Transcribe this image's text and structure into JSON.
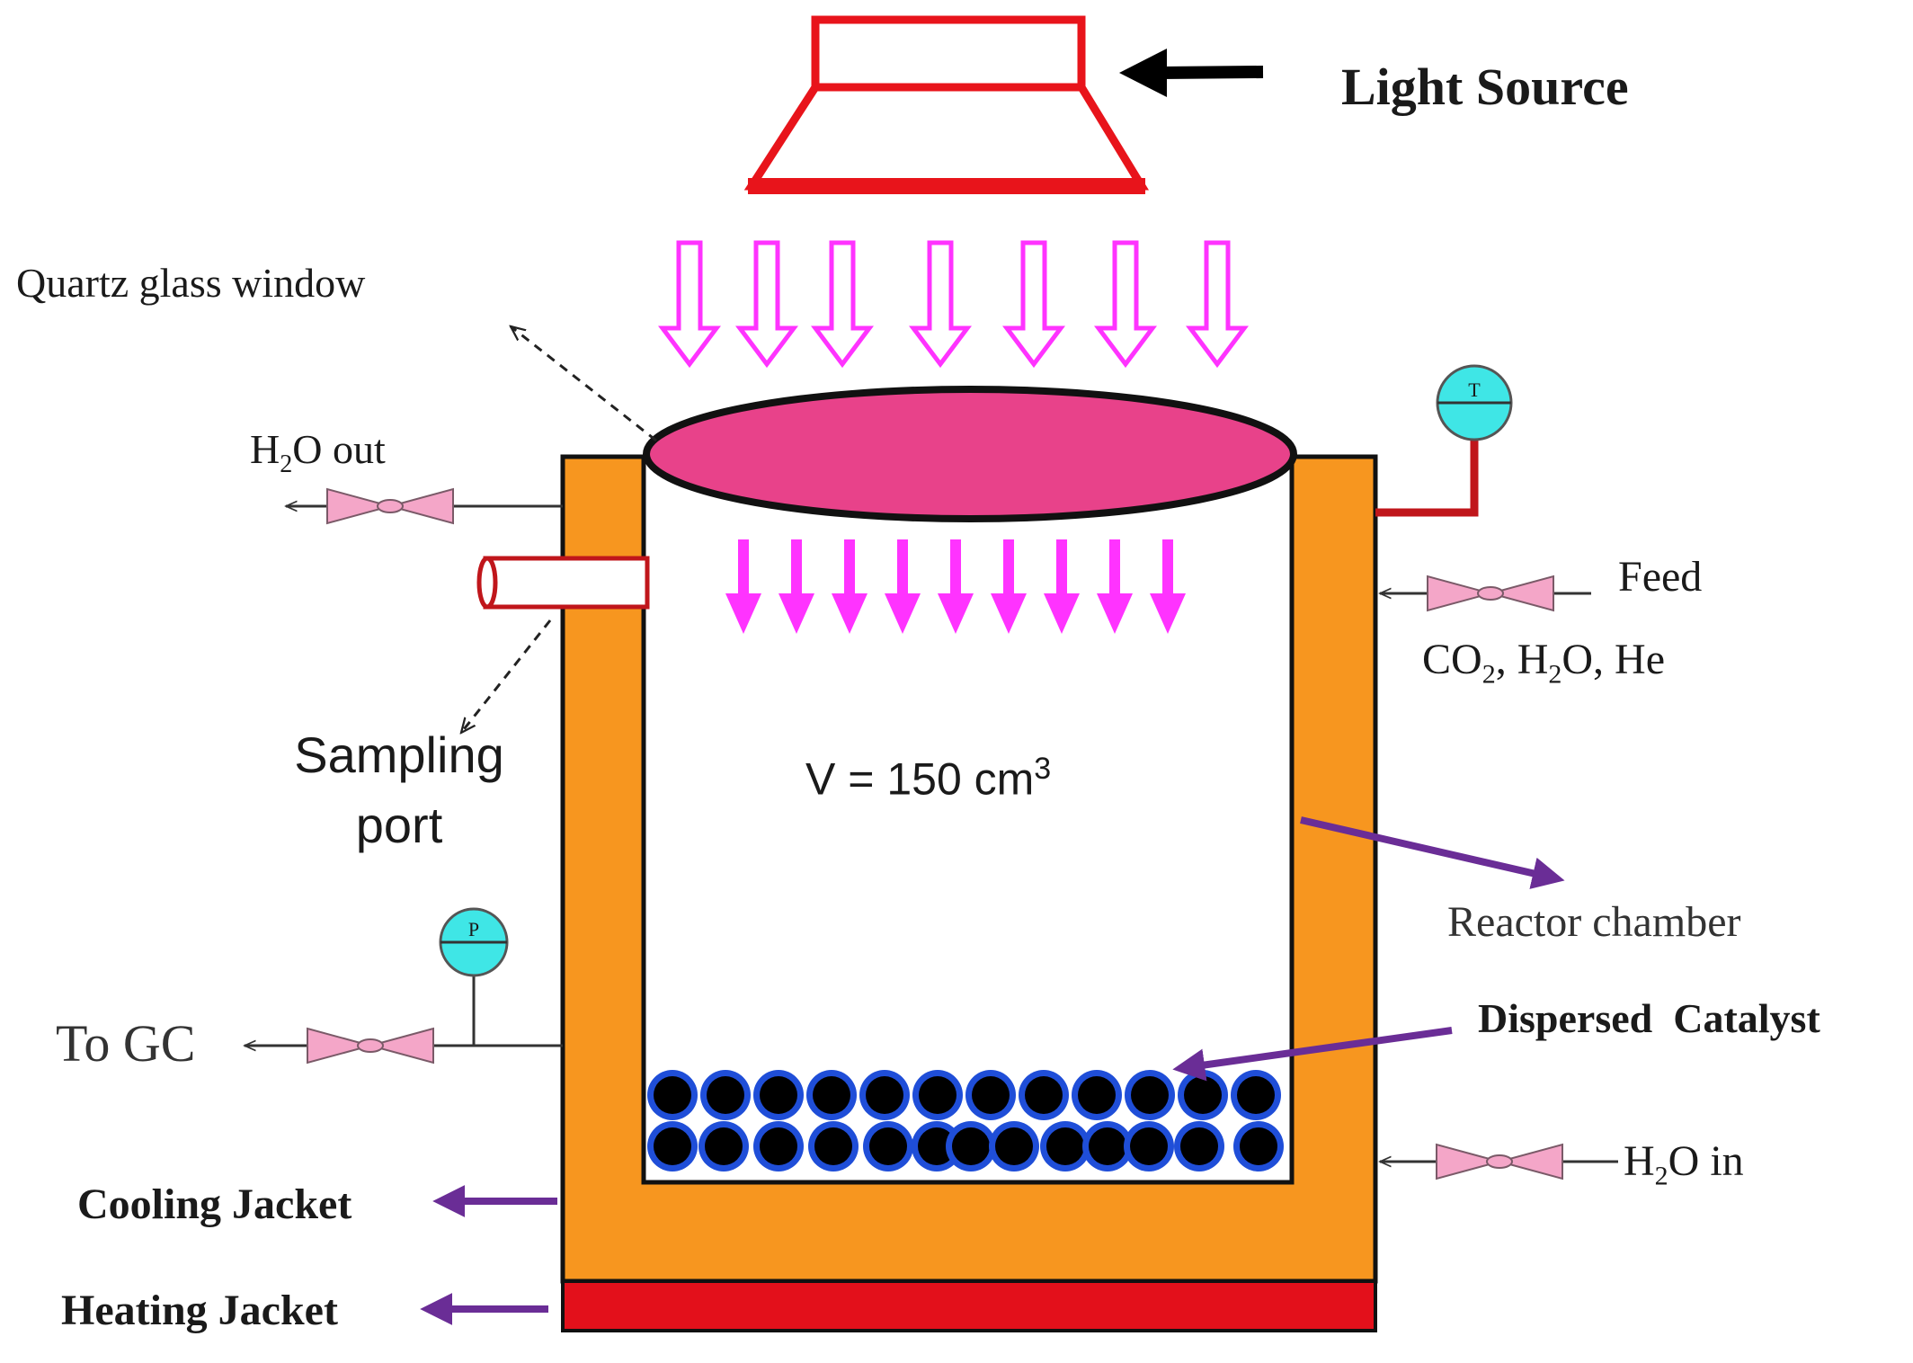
{
  "labels": {
    "light_source": "Light Source",
    "quartz_window": "Quartz glass window",
    "h2o_out_prefix": "H",
    "h2o_out_sub": "2",
    "h2o_out_suffix": "O out",
    "sampling_port_line1": "Sampling",
    "sampling_port_line2": "port",
    "volume_prefix": "V = 150 cm",
    "volume_sup": "3",
    "feed": "Feed",
    "feed_gases": [
      "CO",
      "2",
      ", H",
      "2",
      "O, He"
    ],
    "reactor_chamber": "Reactor chamber",
    "dispersed_catalyst": "Dispersed  Catalyst",
    "to_gc": "To GC",
    "h2o_in_prefix": "H",
    "h2o_in_sub": "2",
    "h2o_in_suffix": "O in",
    "cooling_jacket": "Cooling Jacket",
    "heating_jacket": "Heating Jacket"
  },
  "gauges": {
    "temperature": "T",
    "pressure": "P"
  },
  "colors": {
    "lamp": "#e8141b",
    "light_rays": "#ff33ff",
    "quartz_window": "#e8428a",
    "jacket": "#f7961f",
    "heater": "#e3101b",
    "gauge": "#3fe6e6",
    "valve": "#f4a6c8",
    "pointer_arrows": "#6a2d96",
    "catalyst_core": "#000000",
    "catalyst_ring": "#1f4ed8",
    "sampling_port": "#c0161b"
  },
  "icons": [
    "lamp-icon",
    "temperature-gauge-icon",
    "pressure-gauge-icon",
    "valve-icon",
    "catalyst-particle-icon"
  ]
}
